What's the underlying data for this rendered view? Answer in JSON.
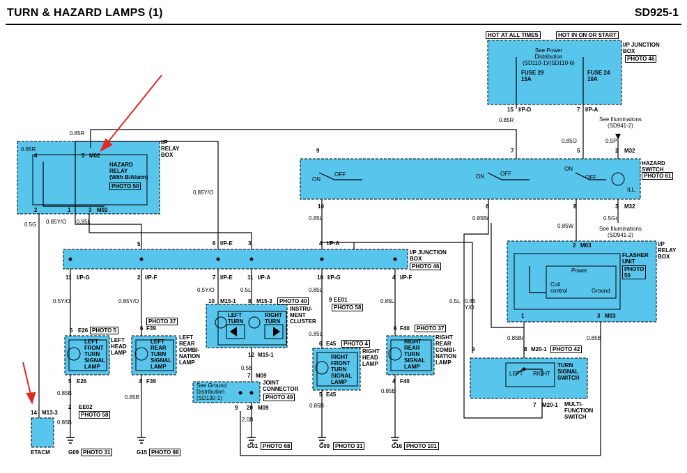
{
  "header": {
    "title": "TURN & HAZARD LAMPS (1)",
    "code": "SD925-1"
  },
  "colors": {
    "module_fill": "#58c5ec",
    "wire": "#000000",
    "annotation": "#e32626"
  },
  "sources": {
    "hot_always": "HOT AT ALL TIMES",
    "hot_on_start": "HOT IN ON OR START",
    "see_power_dist": "See Power\nDistribution\n(SD110-1)/(SD110-6)",
    "fuse29": "FUSE 29\n15A",
    "fuse24": "FUSE 24\n10A"
  },
  "junction_box_top": {
    "name": "I/P JUNCTION\nBOX",
    "photo": "PHOTO 46"
  },
  "relay_box": {
    "name": "I/P\nRELAY\nBOX"
  },
  "hazard_relay": {
    "name": "HAZARD\nRELAY\n(With B/Alarm)",
    "photo": "PHOTO 50",
    "connector": "M02"
  },
  "hazard_switch": {
    "name": "HAZARD\nSWITCH",
    "photo": "PHOTO 61",
    "connector": "M32",
    "on": "ON",
    "off": "OFF",
    "ill": "ILL."
  },
  "see_illuminations_1": "See Illuminations\n(SD941-2)",
  "see_illuminations_2": "See Illuminations\n(SD941-2)",
  "junction_box_mid": {
    "name": "I/P JUNCTION\nBOX",
    "photo": "PHOTO 46"
  },
  "flasher": {
    "box": "I/P\nRELAY\nBOX",
    "name": "FLASHER\nUNIT",
    "photo": "PHOTO\n50",
    "power": "Power",
    "coil": "Coil\ncontrol",
    "ground": "Ground",
    "connector": "M03"
  },
  "cluster": {
    "name": "INSTRU-\nMENT\nCLUSTER",
    "photo": "PHOTO 40",
    "left": "LEFT\nTURN",
    "right": "RIGHT\nTURN"
  },
  "joint": {
    "name": "JOINT\nCONNECTOR",
    "photo": "PHOTO 49",
    "see_ground": "See Ground\nDistribution\n(SD130-1)"
  },
  "lamps": {
    "lf_name": "LEFT\nFRONT\nTURN\nSIGNAL\nLAMP",
    "lf_side": "LEFT\nHEAD\nLAMP",
    "lf_photo": "PHOTO 5",
    "lr_name": "LEFT\nREAR\nTURN\nSIGNAL\nLAMP",
    "lr_side": "LEFT\nREAR\nCOMBI-\nNATION\nLAMP",
    "lr_photo": "PHOTO 37",
    "rf_name": "RIGHT\nFRONT\nTURN\nSIGNAL\nLAMP",
    "rf_side": "RIGHT\nHEAD\nLAMP",
    "rf_photo": "PHOTO 4",
    "rr_name": "RIGHT\nREAR\nTURN\nSIGNAL\nLAMP",
    "rr_side": "RIGHT\nREAR\nCOMBI-\nNATION\nLAMP",
    "rr_photo": "PHOTO 37"
  },
  "multi_switch": {
    "name": "TURN\nSIGNAL\nSWITCH",
    "left": "LEFT",
    "right": "RIGHT",
    "full": "MULTI-\nFUNCTION\nSWITCH",
    "photo": "PHOTO 42",
    "connector": "M20-1"
  },
  "etacm": "ETACM",
  "grounds": {
    "g09a": "G09",
    "g09a_photo": "PHOTO 31",
    "g15": "G15",
    "g15_photo": "PHOTO 98",
    "g01": "G01",
    "g01_photo": "PHOTO 68",
    "g09b": "G09",
    "g09b_photo": "PHOTO 31",
    "g16": "G16",
    "g16_photo": "PHOTO 101"
  },
  "ee01_photo": "PHOTO 58",
  "ee02_photo": "PHOTO 58",
  "pins": {
    "p1": "15",
    "p1c": "I/P-D",
    "p2": "7",
    "p2c": "I/P-A",
    "p3": "0.85R",
    "p4": "0.85R",
    "p5": "0.85O",
    "p6": "0.5P",
    "p7": "9",
    "p8": "7",
    "p9": "5",
    "p10": "2",
    "p10c": "M32",
    "p11": "0.85R",
    "p12": "4",
    "p13": "5",
    "p14": "M02",
    "p15": "2",
    "p16": "1",
    "p17": "3",
    "p18": "M02",
    "p19": "10",
    "p20": "6",
    "p21": "8",
    "p22": "3",
    "p22c": "M32",
    "p23": "0.5G",
    "p24": "0.85Y/O",
    "p25": "0.85L",
    "p26": "0.85L",
    "p27": "0.85Br",
    "p28": "0.85W",
    "p29": "0.5Gr",
    "p30": "0.85Y/O",
    "p31": "5",
    "p32": "6",
    "p32c": "I/P-E",
    "p33": "3",
    "p34": "4",
    "p34c": "I/P-A",
    "p35": "2",
    "p35c": "M03",
    "p36": "11",
    "p36c": "I/P-G",
    "p37": "2",
    "p37c": "I/P-F",
    "p38": "7",
    "p38c": "I/P-E",
    "p39": "11",
    "p39c": "I/P-A",
    "p40": "10",
    "p40c": "I/P-G",
    "p41": "4",
    "p41c": "I/P-F",
    "p42": "0.5Y/O",
    "p43": "0.85Y/O",
    "p44": "0.5Y/O",
    "p45": "0.5L",
    "p46": "0.85L",
    "p47": "0.85L",
    "p48": "0.5L",
    "p49": "0.85\nY/O",
    "p50": "10",
    "p50c": "M15-1",
    "p51": "8",
    "p51c": "M15-3",
    "p52": "9",
    "p52c": "EE01",
    "p53": "6",
    "p53c": "E26",
    "p54": "6",
    "p54c": "F39",
    "p55": "6",
    "p55c": "F40",
    "p56": "1",
    "p57": "3",
    "p57c": "M03",
    "p58": "12",
    "p58c": "M15-1",
    "p59": "0.85L",
    "p60": "6",
    "p60c": "E45",
    "p61": "0.85Br",
    "p62": "0.85B",
    "p63": "9",
    "p64": "8",
    "p64c": "M20-1",
    "p65": "5",
    "p65c": "E26",
    "p66": "4",
    "p66c": "F39",
    "p67": "0.5B",
    "p68": "7",
    "p68c": "M09",
    "p69": "5",
    "p69c": "E45",
    "p70": "4",
    "p70c": "F40",
    "p71": "0.85B",
    "p72": "2",
    "p72c": "EE02",
    "p73": "0.85B",
    "p74": "9",
    "p75": "20",
    "p75c": "M09",
    "p76": "0.85B",
    "p77": "0.85B",
    "p78": "7",
    "p78c": "M20-1",
    "p79": "14",
    "p79c": "M13-3",
    "p80": "0.85B",
    "p81": "2.0B"
  }
}
